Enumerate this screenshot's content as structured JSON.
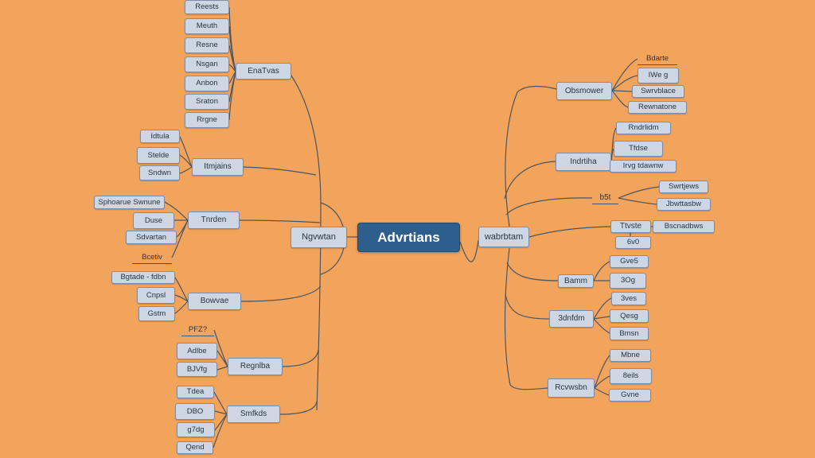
{
  "colors": {
    "background": "#F2A45C",
    "center_bg": "#2E5E8C",
    "center_text": "#FFFFFF",
    "node_bg": "#CDD6E2",
    "node_border": "#7E8DA3",
    "node_text": "#2B3442",
    "line": "#4E555F"
  },
  "center": {
    "label": "Advrtians"
  },
  "left": {
    "hub": "Ngvwtan",
    "groups": [
      {
        "branch": "EnaTvas",
        "leaves": [
          "Reests",
          "Meuth",
          "Resne",
          "Nsgan",
          "Anbon",
          "Sraton",
          "Rrgne"
        ]
      },
      {
        "branch": "Itmjains",
        "leaves": [
          "Idtula",
          "Stelde",
          "Sndwn"
        ]
      },
      {
        "branch": "Tnrden",
        "leaves": [
          "Sphoarue Swnune",
          "Duse",
          "Sdvartan",
          "Bcetiv"
        ]
      },
      {
        "branch": "Bowvae",
        "leaves": [
          "Bgtade - fdbn",
          "Cnpsl",
          "Gstm"
        ]
      },
      {
        "branch": "Regnlba",
        "leaves": [
          "PFZ?",
          "Adlbe",
          "BJVfg"
        ]
      },
      {
        "branch": "Smfkds",
        "leaves": [
          "Tdea",
          "DBO",
          "g7dg",
          "Qend"
        ]
      }
    ]
  },
  "right": {
    "hub": "wabrbtam",
    "groups": [
      {
        "branch": "Obsmower",
        "leaves": [
          "Bdarte",
          "IWe g",
          "Swrvblace",
          "Rewnatone"
        ]
      },
      {
        "branch": "Indrtiha",
        "leaves": [
          "Rndrlidm",
          "Tfdse",
          "Irvg tdawnw"
        ]
      },
      {
        "branch": "b5t",
        "leaves": [
          "Swrtjews",
          "Jbwttasbw"
        ]
      },
      {
        "branch": "Ttvste",
        "leaves": [
          "6v0",
          "Bscnadbws"
        ]
      },
      {
        "branch": "Bamm",
        "leaves": [
          "Gve5",
          "3Og"
        ]
      },
      {
        "branch": "3dnfdm",
        "leaves": [
          "3ves",
          "Qesg",
          "Bmsn"
        ]
      },
      {
        "branch": "Rcvwsbn",
        "leaves": [
          "Mbne",
          "8eils",
          "Gvne"
        ]
      }
    ]
  }
}
